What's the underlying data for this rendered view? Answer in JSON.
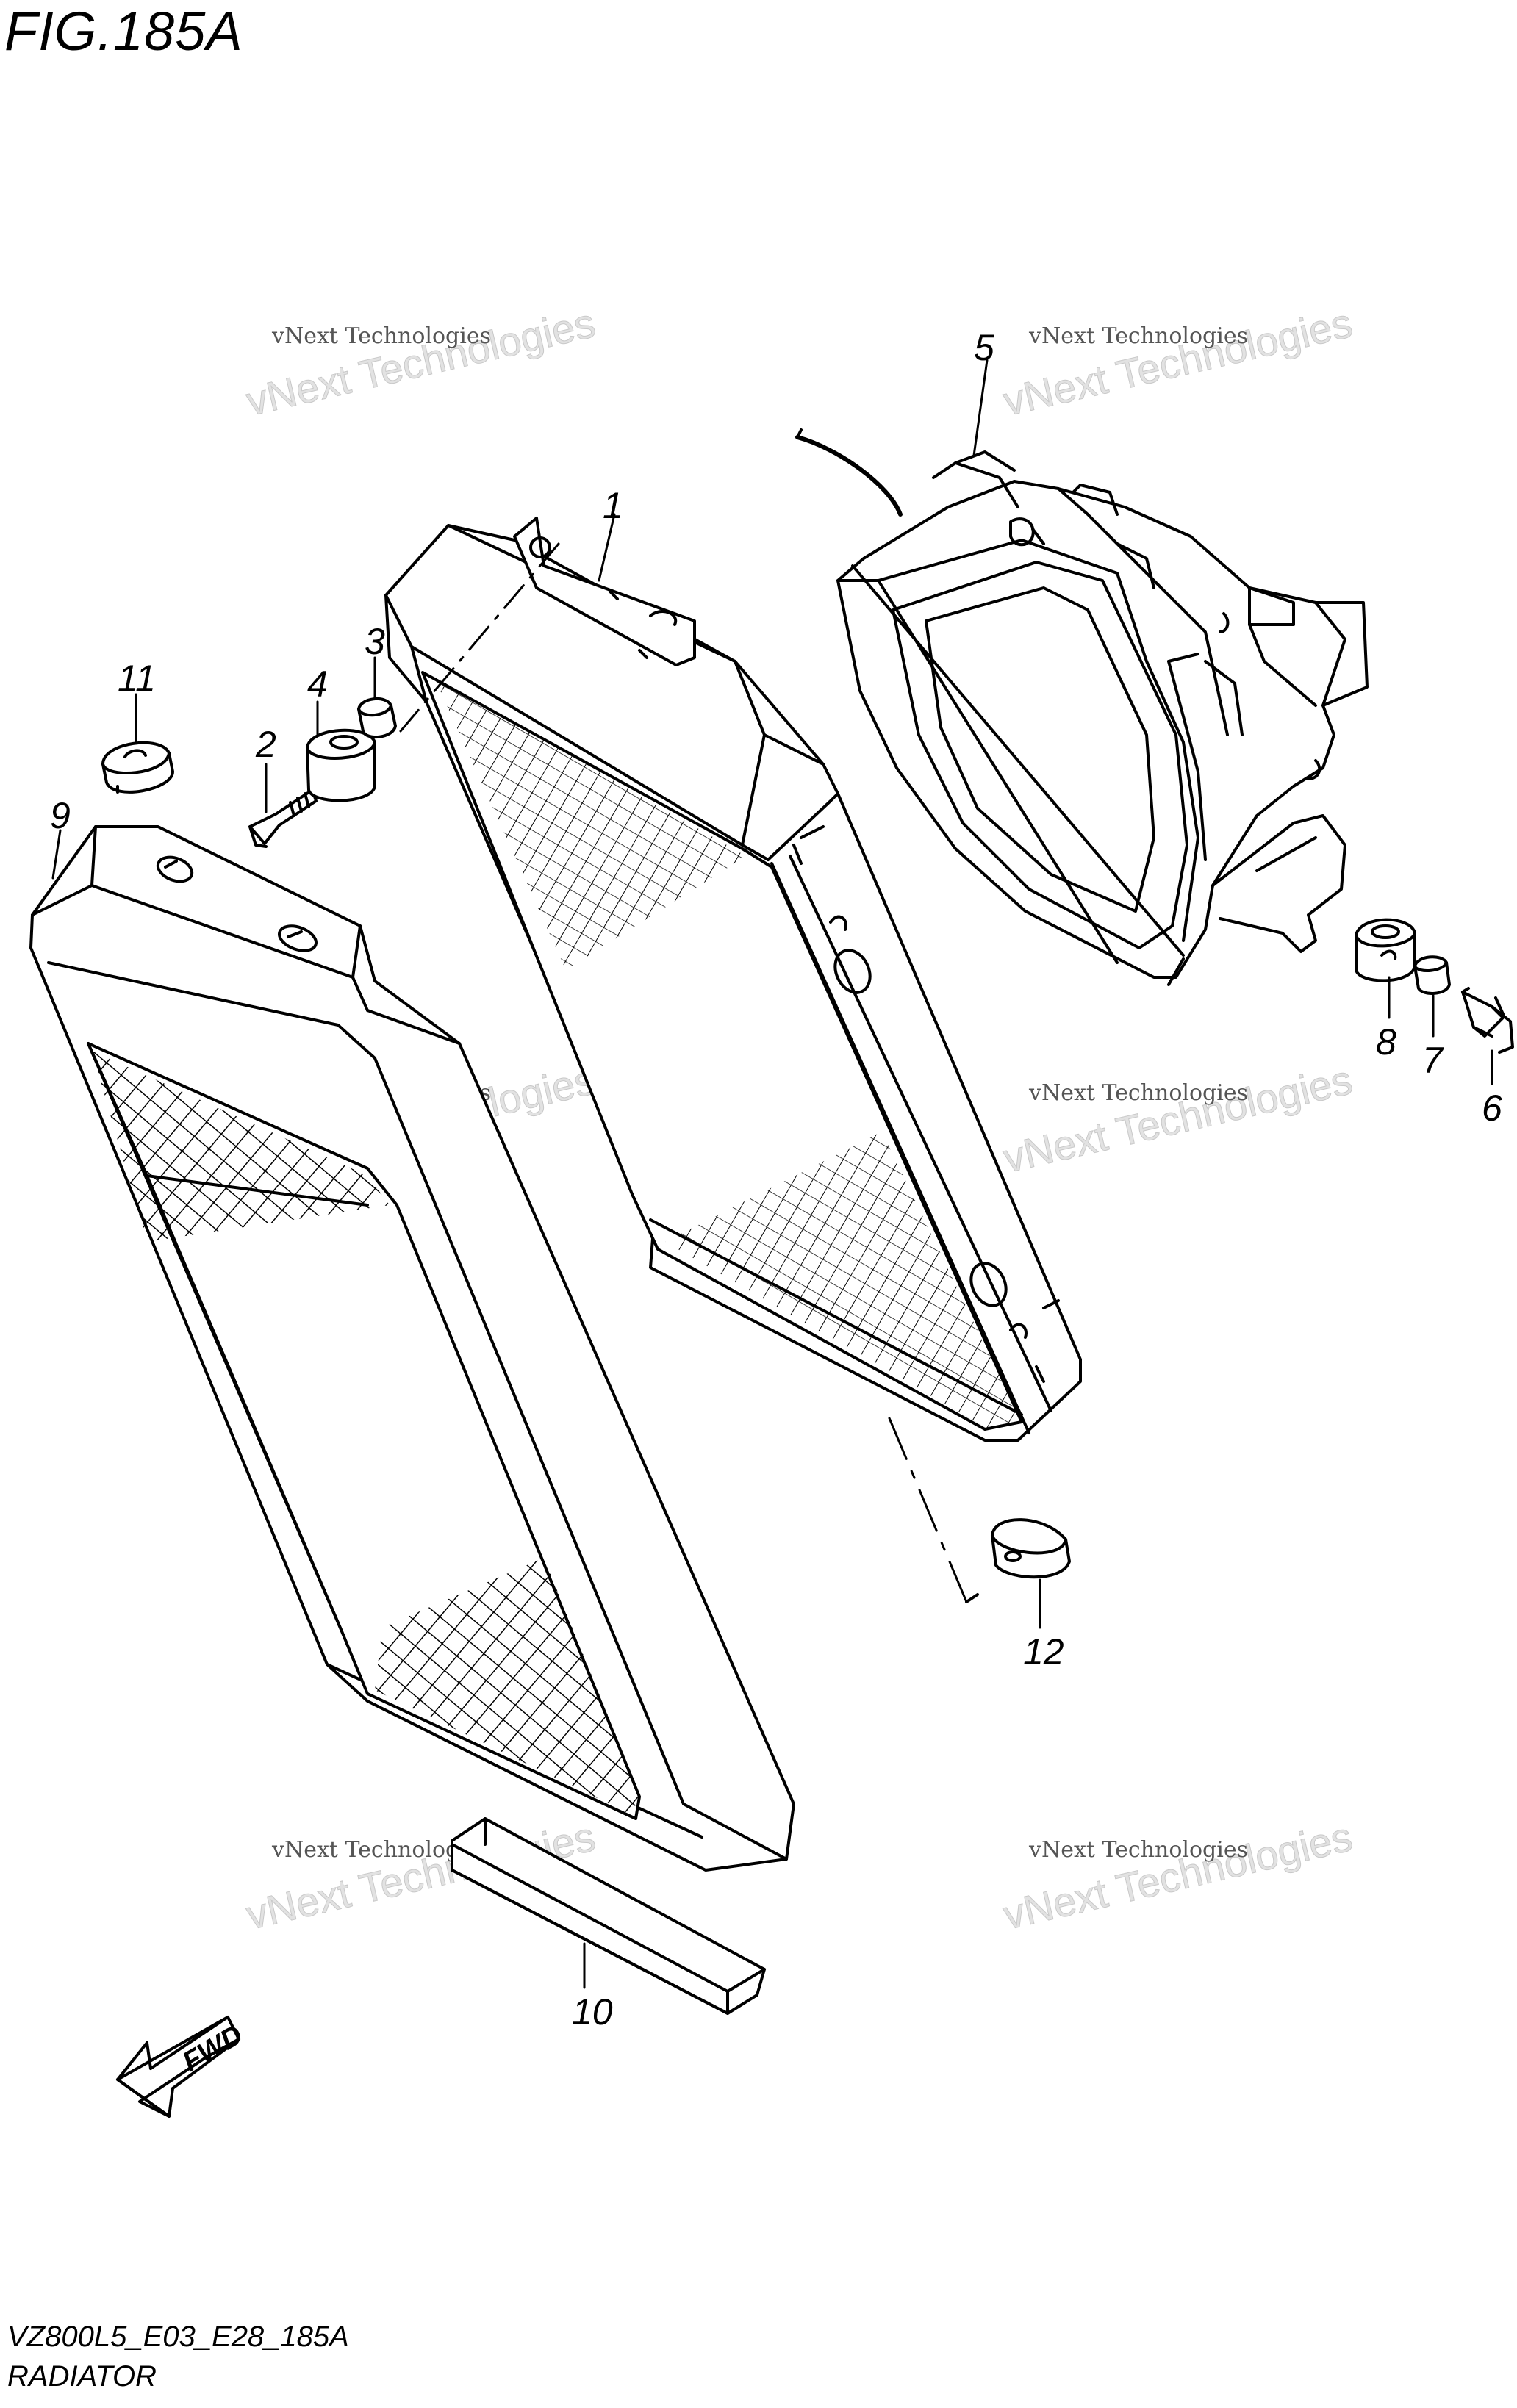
{
  "figure": {
    "title": "FIG.185A",
    "code": "VZ800L5_E03_E28_185A",
    "subtitle": "RADIATOR"
  },
  "watermark": {
    "line1": "vNext Technologies",
    "line2": "vNext Technologies"
  },
  "callouts": [
    {
      "id": "1",
      "label": "1"
    },
    {
      "id": "2",
      "label": "2"
    },
    {
      "id": "3",
      "label": "3"
    },
    {
      "id": "4",
      "label": "4"
    },
    {
      "id": "5",
      "label": "5"
    },
    {
      "id": "6",
      "label": "6"
    },
    {
      "id": "7",
      "label": "7"
    },
    {
      "id": "8",
      "label": "8"
    },
    {
      "id": "9",
      "label": "9"
    },
    {
      "id": "10",
      "label": "10"
    },
    {
      "id": "11",
      "label": "11"
    },
    {
      "id": "12",
      "label": "12"
    }
  ],
  "fwd_arrow": {
    "label": "FWD"
  }
}
